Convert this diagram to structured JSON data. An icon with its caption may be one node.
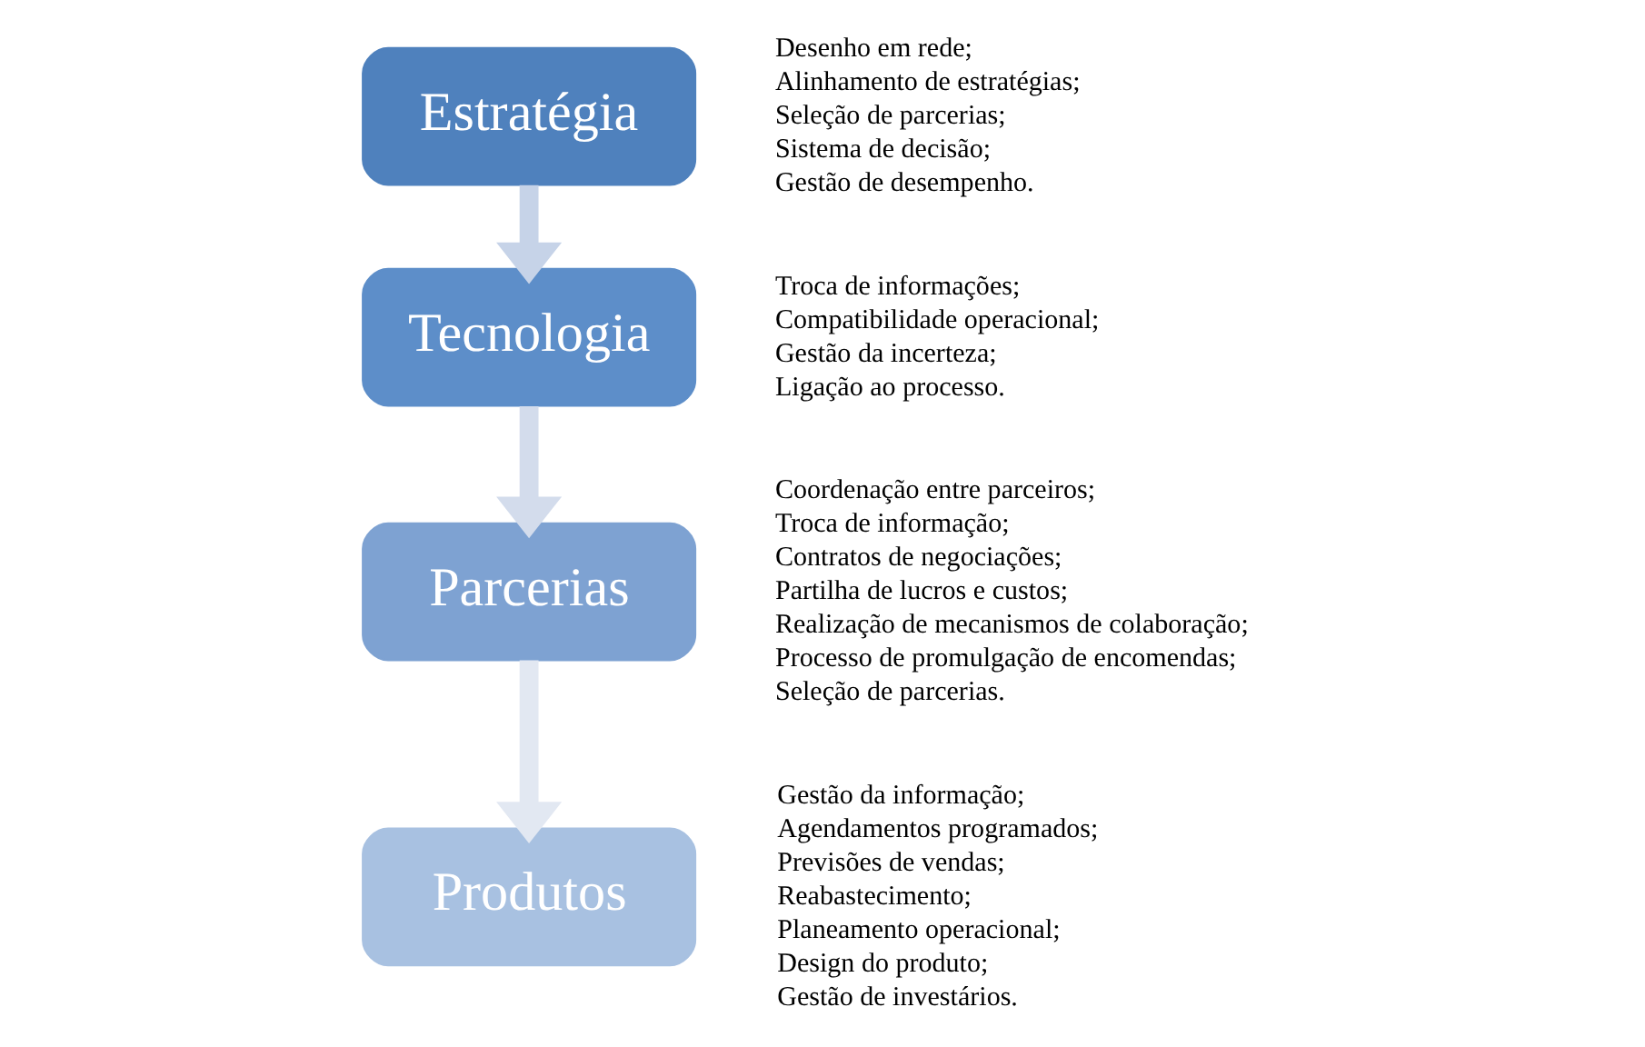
{
  "diagram": {
    "nodes": [
      {
        "text": [
          "Estratégia"
        ],
        "beside": [
          "Desenho em rede;",
          "Alinhamento de estratégias;",
          "Seleção de parcerias;",
          "Sistema de decisão;",
          "Gestão de desempenho."
        ]
      },
      {
        "text": [
          "Tecnologia"
        ],
        "beside": [
          "Troca de informações;",
          "Compatibilidade operacional;",
          "Gestão da incerteza;",
          "Ligação ao processo."
        ]
      },
      {
        "text": [
          "Parcerias"
        ],
        "beside": [
          "Coordenação entre parceiros;",
          "Troca de informação;",
          "Contratos de negociações;",
          "Partilha de lucros e custos;",
          "Realização de mecanismos de colaboração;",
          "Processo de promulgação de encomendas;",
          "Seleção de parcerias."
        ]
      },
      {
        "text": [
          "Produtos"
        ],
        "beside": [
          "Gestão da informação;",
          "Agendamentos programados;",
          "Previsões de vendas;",
          "Reabastecimento;",
          "Planeamento operacional;",
          "Design do produto;",
          "Gestão de investários."
        ]
      }
    ],
    "edges": [
      {
        "from": 0,
        "to": 1,
        "arrow": "to",
        "color": "#c6d3e8"
      },
      {
        "from": 1,
        "to": 2,
        "arrow": "to",
        "color": "#d3dcec"
      },
      {
        "from": 2,
        "to": 3,
        "arrow": "to",
        "color": "#e2e8f2"
      }
    ]
  }
}
